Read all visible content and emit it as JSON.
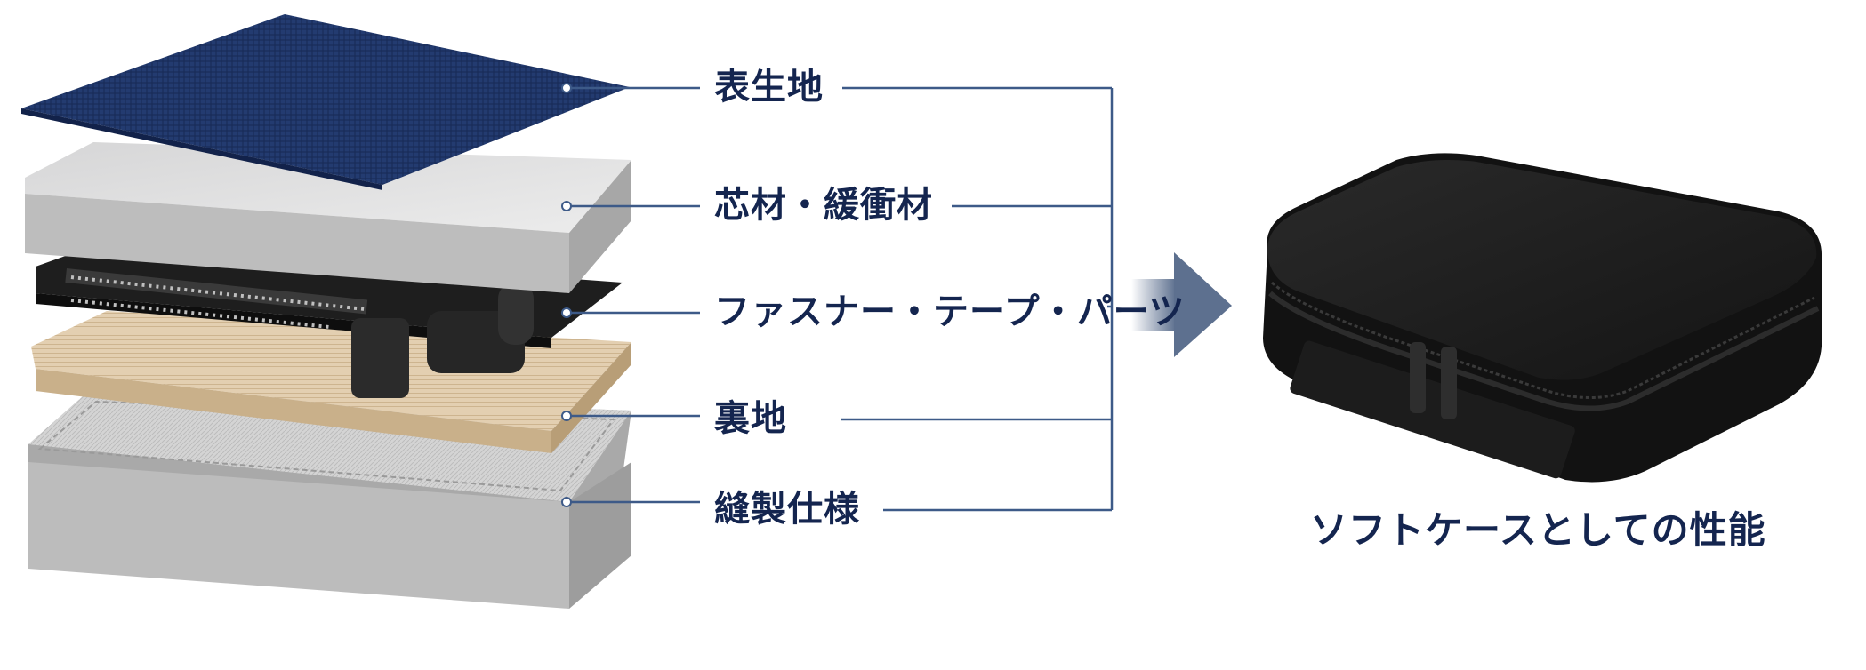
{
  "layers": [
    {
      "label": "表生地",
      "color": "#1f3567"
    },
    {
      "label": "芯材・緩衝材",
      "color": "#d9d9da"
    },
    {
      "label": "ファスナー・テープ・パーツ",
      "color": "#1a1a1a"
    },
    {
      "label": "裏地",
      "color": "#dcc8aa"
    },
    {
      "label": "縫製仕様",
      "color": "#c9c9c9"
    }
  ],
  "result": {
    "caption": "ソフトケースとしての性能",
    "color": "#1a1a1a"
  },
  "colors": {
    "text": "#14254f",
    "line": "#3d5a88",
    "arrow": "#5d708f"
  }
}
